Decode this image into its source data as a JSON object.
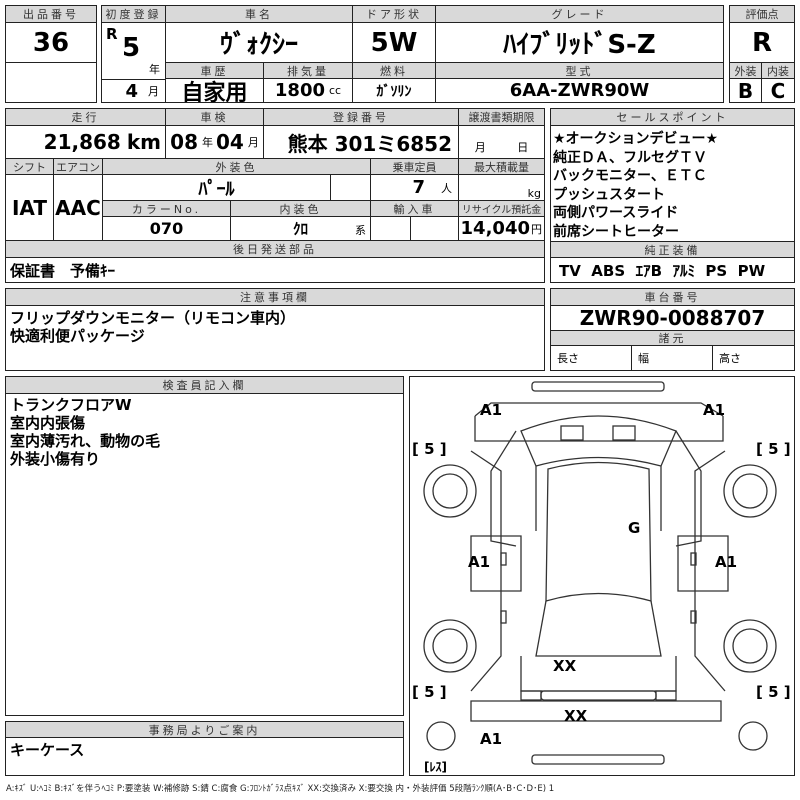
{
  "lot": {
    "label": "出品番号",
    "value": "36"
  },
  "first_reg": {
    "label": "初度登録",
    "era": "R",
    "year": "5",
    "year_unit": "年",
    "month": "4",
    "month_unit": "月"
  },
  "car_name": {
    "label": "車名",
    "value": "ｳﾞｫｸｼｰ"
  },
  "door": {
    "label": "ドア形状",
    "value": "5W"
  },
  "grade": {
    "label": "グレード",
    "value": "ﾊｲﾌﾞﾘｯﾄﾞS-Z"
  },
  "history": {
    "label": "車歴",
    "value": "自家用"
  },
  "displacement": {
    "label": "排気量",
    "value": "1800",
    "unit": "cc"
  },
  "fuel": {
    "label": "燃料",
    "value": "ｶﾞｿﾘﾝ"
  },
  "model": {
    "label": "型式",
    "value": "6AA-ZWR90W"
  },
  "score": {
    "label": "評価点",
    "value": "R",
    "ext_label": "外装",
    "int_label": "内装",
    "ext": "B",
    "int": "C"
  },
  "mileage": {
    "label": "走行",
    "value": "21,868",
    "unit": "km"
  },
  "inspection": {
    "label": "車検",
    "year": "08",
    "year_unit": "年",
    "month": "04",
    "month_unit": "月"
  },
  "plate": {
    "label": "登録番号",
    "value": "熊本 301ミ6852"
  },
  "transfer": {
    "label": "譲渡書類期限",
    "month_unit": "月",
    "day_unit": "日"
  },
  "shift": {
    "label": "シフト",
    "value": "IAT"
  },
  "ac": {
    "label": "エアコン",
    "value": "AAC"
  },
  "ext_color": {
    "label": "外装色",
    "value": "ﾊﾟｰﾙ"
  },
  "capacity": {
    "label": "乗車定員",
    "value": "7",
    "unit": "人"
  },
  "max_load": {
    "label": "最大積載量",
    "unit": "kg"
  },
  "color_no": {
    "label": "カラーNo.",
    "value": "070"
  },
  "int_color": {
    "label": "内装色",
    "value": "ｸﾛ",
    "unit": "系"
  },
  "import": {
    "label": "輸入車"
  },
  "recycle": {
    "label": "リサイクル預託金",
    "value": "14,040",
    "unit": "円"
  },
  "later_parts": {
    "label": "後日発送部品",
    "value": "保証書　予備ｷｰ"
  },
  "sales_points": {
    "label": "セールスポイント",
    "lines": [
      "★オークションデビュー★",
      "純正ＤＡ、フルセグＴＶ",
      "バックモニター、ＥＴＣ",
      "プッシュスタート",
      "両側パワースライド",
      "前席シートヒーター"
    ]
  },
  "equipment": {
    "label": "純正装備",
    "value": "TV  ABS  ｴｱB  ｱﾙﾐ  PS  PW"
  },
  "notes": {
    "label": "注意事項欄",
    "lines": [
      "フリップダウンモニター（リモコン車内）",
      "快適利便パッケージ"
    ]
  },
  "chassis": {
    "label": "車台番号",
    "value": "ZWR90-0088707"
  },
  "specs": {
    "label": "諸元",
    "length": "長さ",
    "width": "幅",
    "height": "高さ"
  },
  "inspector": {
    "label": "検査員記入欄",
    "lines": [
      "トランクフロアW",
      "室内内張傷",
      "室内薄汚れ、動物の毛",
      "外装小傷有り"
    ]
  },
  "office": {
    "label": "事務局よりご案内",
    "value": "キーケース"
  },
  "diagram": {
    "marks": {
      "fl": "A1",
      "fr": "A1",
      "tl5": "[ 5 ]",
      "tr5": "[ 5 ]",
      "bl5": "[ 5 ]",
      "br5": "[ 5 ]",
      "g": "G",
      "ls": "A1",
      "rs": "A1",
      "rear": "XX",
      "bumper": "XX",
      "bl": "A1",
      "res": "[ﾚｽ]"
    }
  },
  "legend": "A:ｷｽﾞ  U:ﾍｺﾐ  B:ｷｽﾞを伴うﾍｺﾐ  P:要塗装  W:補修跡  S:錆  C:腐食  G:ﾌﾛﾝﾄｶﾞﾗｽ点ｷｽﾞ  XX:交換済み  X:要交換  内・外装評価  5段階ﾗﾝｸ順(A･B･C･D･E) 1"
}
